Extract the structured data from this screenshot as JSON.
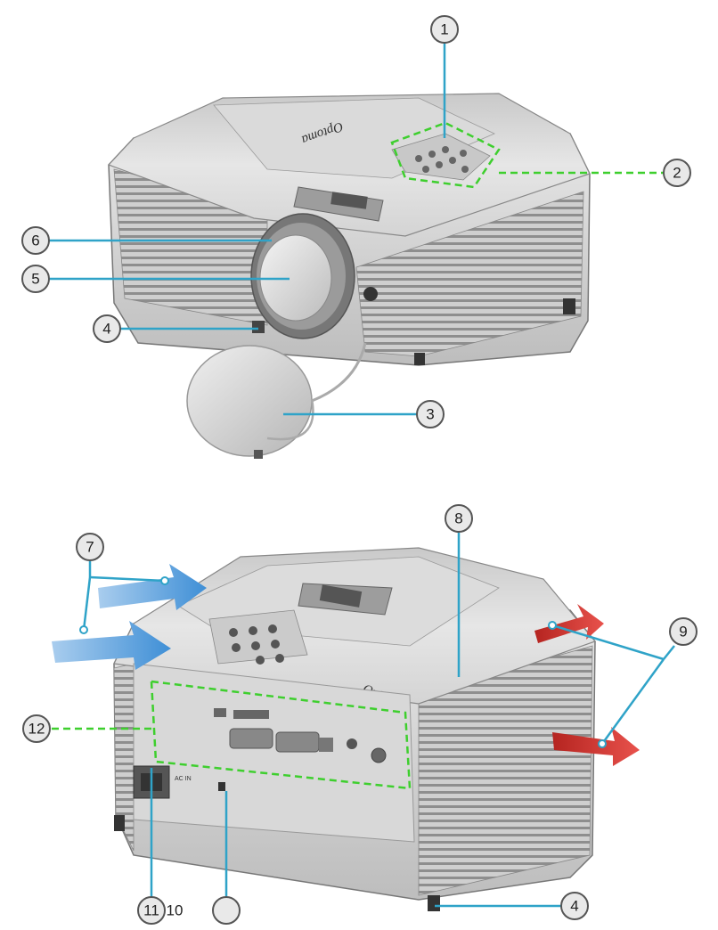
{
  "brand": {
    "logo_text": "Optoma"
  },
  "colors": {
    "leader_solid": "#2fa3c8",
    "leader_dashed": "#3ecf2e",
    "airflow_in": "#3f8fd6",
    "airflow_out": "#d9302a",
    "callout_fill": "#e9e9e9",
    "callout_stroke": "#555555"
  },
  "callouts": [
    {
      "number": "1"
    },
    {
      "number": "2"
    },
    {
      "number": "3"
    },
    {
      "number": "4"
    },
    {
      "number": "5"
    },
    {
      "number": "6"
    },
    {
      "number": "7"
    },
    {
      "number": "8"
    },
    {
      "number": "9"
    },
    {
      "number": "12"
    },
    {
      "number": "11"
    },
    {
      "number": "10"
    },
    {
      "number": ""
    },
    {
      "number": "4"
    }
  ],
  "rear_labels": {
    "ac_in": "AC IN"
  }
}
